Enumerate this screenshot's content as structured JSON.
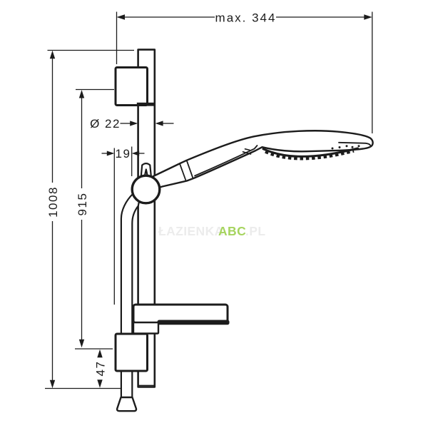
{
  "drawing": {
    "type": "shower-set dimensional drawing",
    "dimensions": {
      "max_width": "max. 344",
      "total_height": "1008",
      "bar_height": "915",
      "rail_diameter": "Ø 22",
      "hose_offset": "19",
      "bottom_offset": "47"
    }
  },
  "watermark": {
    "prefix": "ŁAZIENKA",
    "brand": "ABC",
    "suffix": ".PL"
  },
  "colors": {
    "line": "#1c1c1c",
    "background": "#ffffff",
    "watermark_muted": "#ececec",
    "watermark_accent": "#a6d45f"
  }
}
